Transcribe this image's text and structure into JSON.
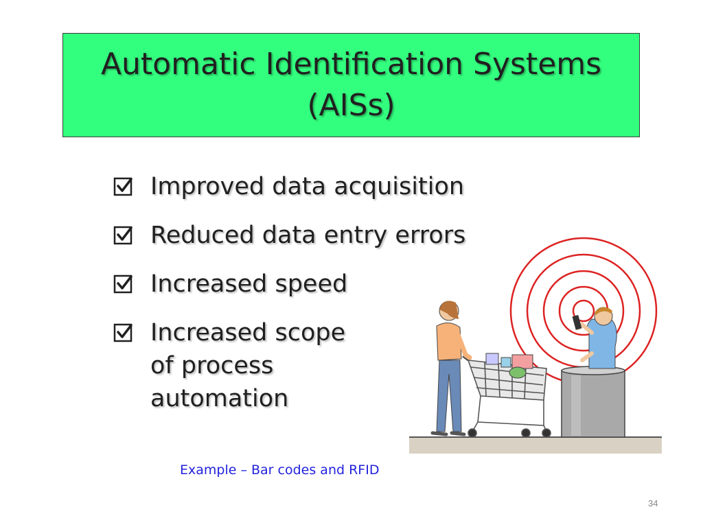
{
  "slide": {
    "title_line1": "Automatic Identification Systems",
    "title_line2": "(AISs)",
    "title_bg": "#33ff7f",
    "bullets": [
      {
        "lines": [
          "Improved data acquisition"
        ],
        "checked": true
      },
      {
        "lines": [
          "Reduced data entry errors"
        ],
        "checked": true
      },
      {
        "lines": [
          "Increased speed"
        ],
        "checked": true
      },
      {
        "lines": [
          "Increased scope",
          "of process",
          "automation"
        ],
        "checked": true
      }
    ],
    "caption": "Example – Bar codes and RFID",
    "caption_color": "#2222dd",
    "page_number": "34",
    "bullet_icon": "checkbox-checked-icon",
    "illustration": "shopper-rfid-reader-illustration"
  }
}
